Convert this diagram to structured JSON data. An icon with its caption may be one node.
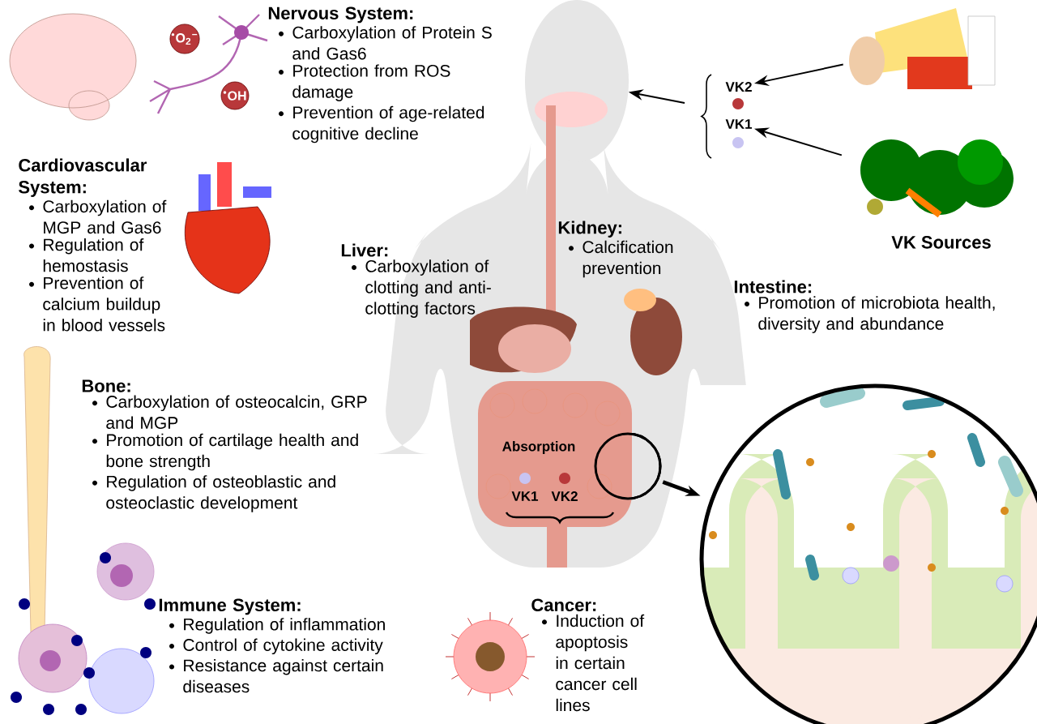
{
  "diagram": {
    "nodes": [
      {
        "text": [
          "Nervous System:",
          "Carboxylation of Protein S and Gas6",
          "Protection from ROS damage",
          "Prevention of age-related cognitive decline"
        ]
      },
      {
        "text": [
          "Cardiovascular System:",
          "Carboxylation of MGP and Gas6",
          "Regulation of hemostasis",
          "Prevention of calcium buildup in blood vessels"
        ]
      },
      {
        "text": [
          "Liver:",
          "Carboxylation of clotting and anti-clotting factors"
        ]
      },
      {
        "text": [
          "Kidney:",
          "Calcification prevention"
        ]
      },
      {
        "text": [
          "Intestine:",
          "Promotion of microbiota health, diversity and abundance"
        ]
      },
      {
        "text": [
          "Bone:",
          "Carboxylation of osteocalcin, GRP and MGP",
          "Promotion of cartilage health and bone strength",
          "Regulation of osteoblastic and osteoclastic development"
        ]
      },
      {
        "text": [
          "Immune System:",
          "Regulation of inflammation",
          "Control of cytokine activity",
          "Resistance against certain diseases"
        ]
      },
      {
        "text": [
          "Cancer:",
          "Induction of apoptosis in certain cancer cell lines"
        ]
      },
      {
        "text": [],
        "shape": "picture"
      },
      {
        "text": [],
        "shape": "picture"
      },
      {
        "text": [
          "VK2"
        ]
      },
      {
        "text": [
          "VK1"
        ]
      },
      {
        "text": [],
        "shape": "person"
      },
      {
        "text": [],
        "shape": "circle"
      },
      {
        "text": [],
        "shape": "picture"
      },
      {
        "text": [
          "VK1"
        ]
      },
      {
        "text": [
          "VK2"
        ]
      }
    ],
    "edges": [
      {
        "from": 8,
        "to": 10,
        "arrow": "to"
      },
      {
        "from": 9,
        "to": 11,
        "arrow": "to"
      },
      {
        "from": 10,
        "to": 12,
        "arrow": "to"
      },
      {
        "from": 11,
        "to": 12,
        "arrow": "to"
      },
      {
        "from": 13,
        "to": 14,
        "arrow": "to",
        "style": "thick"
      }
    ],
    "labels": [
      "$^{•}$O$_{2}$$^{−}$",
      "$^{•}$OH",
      "VK Sources",
      "Absorption"
    ]
  }
}
